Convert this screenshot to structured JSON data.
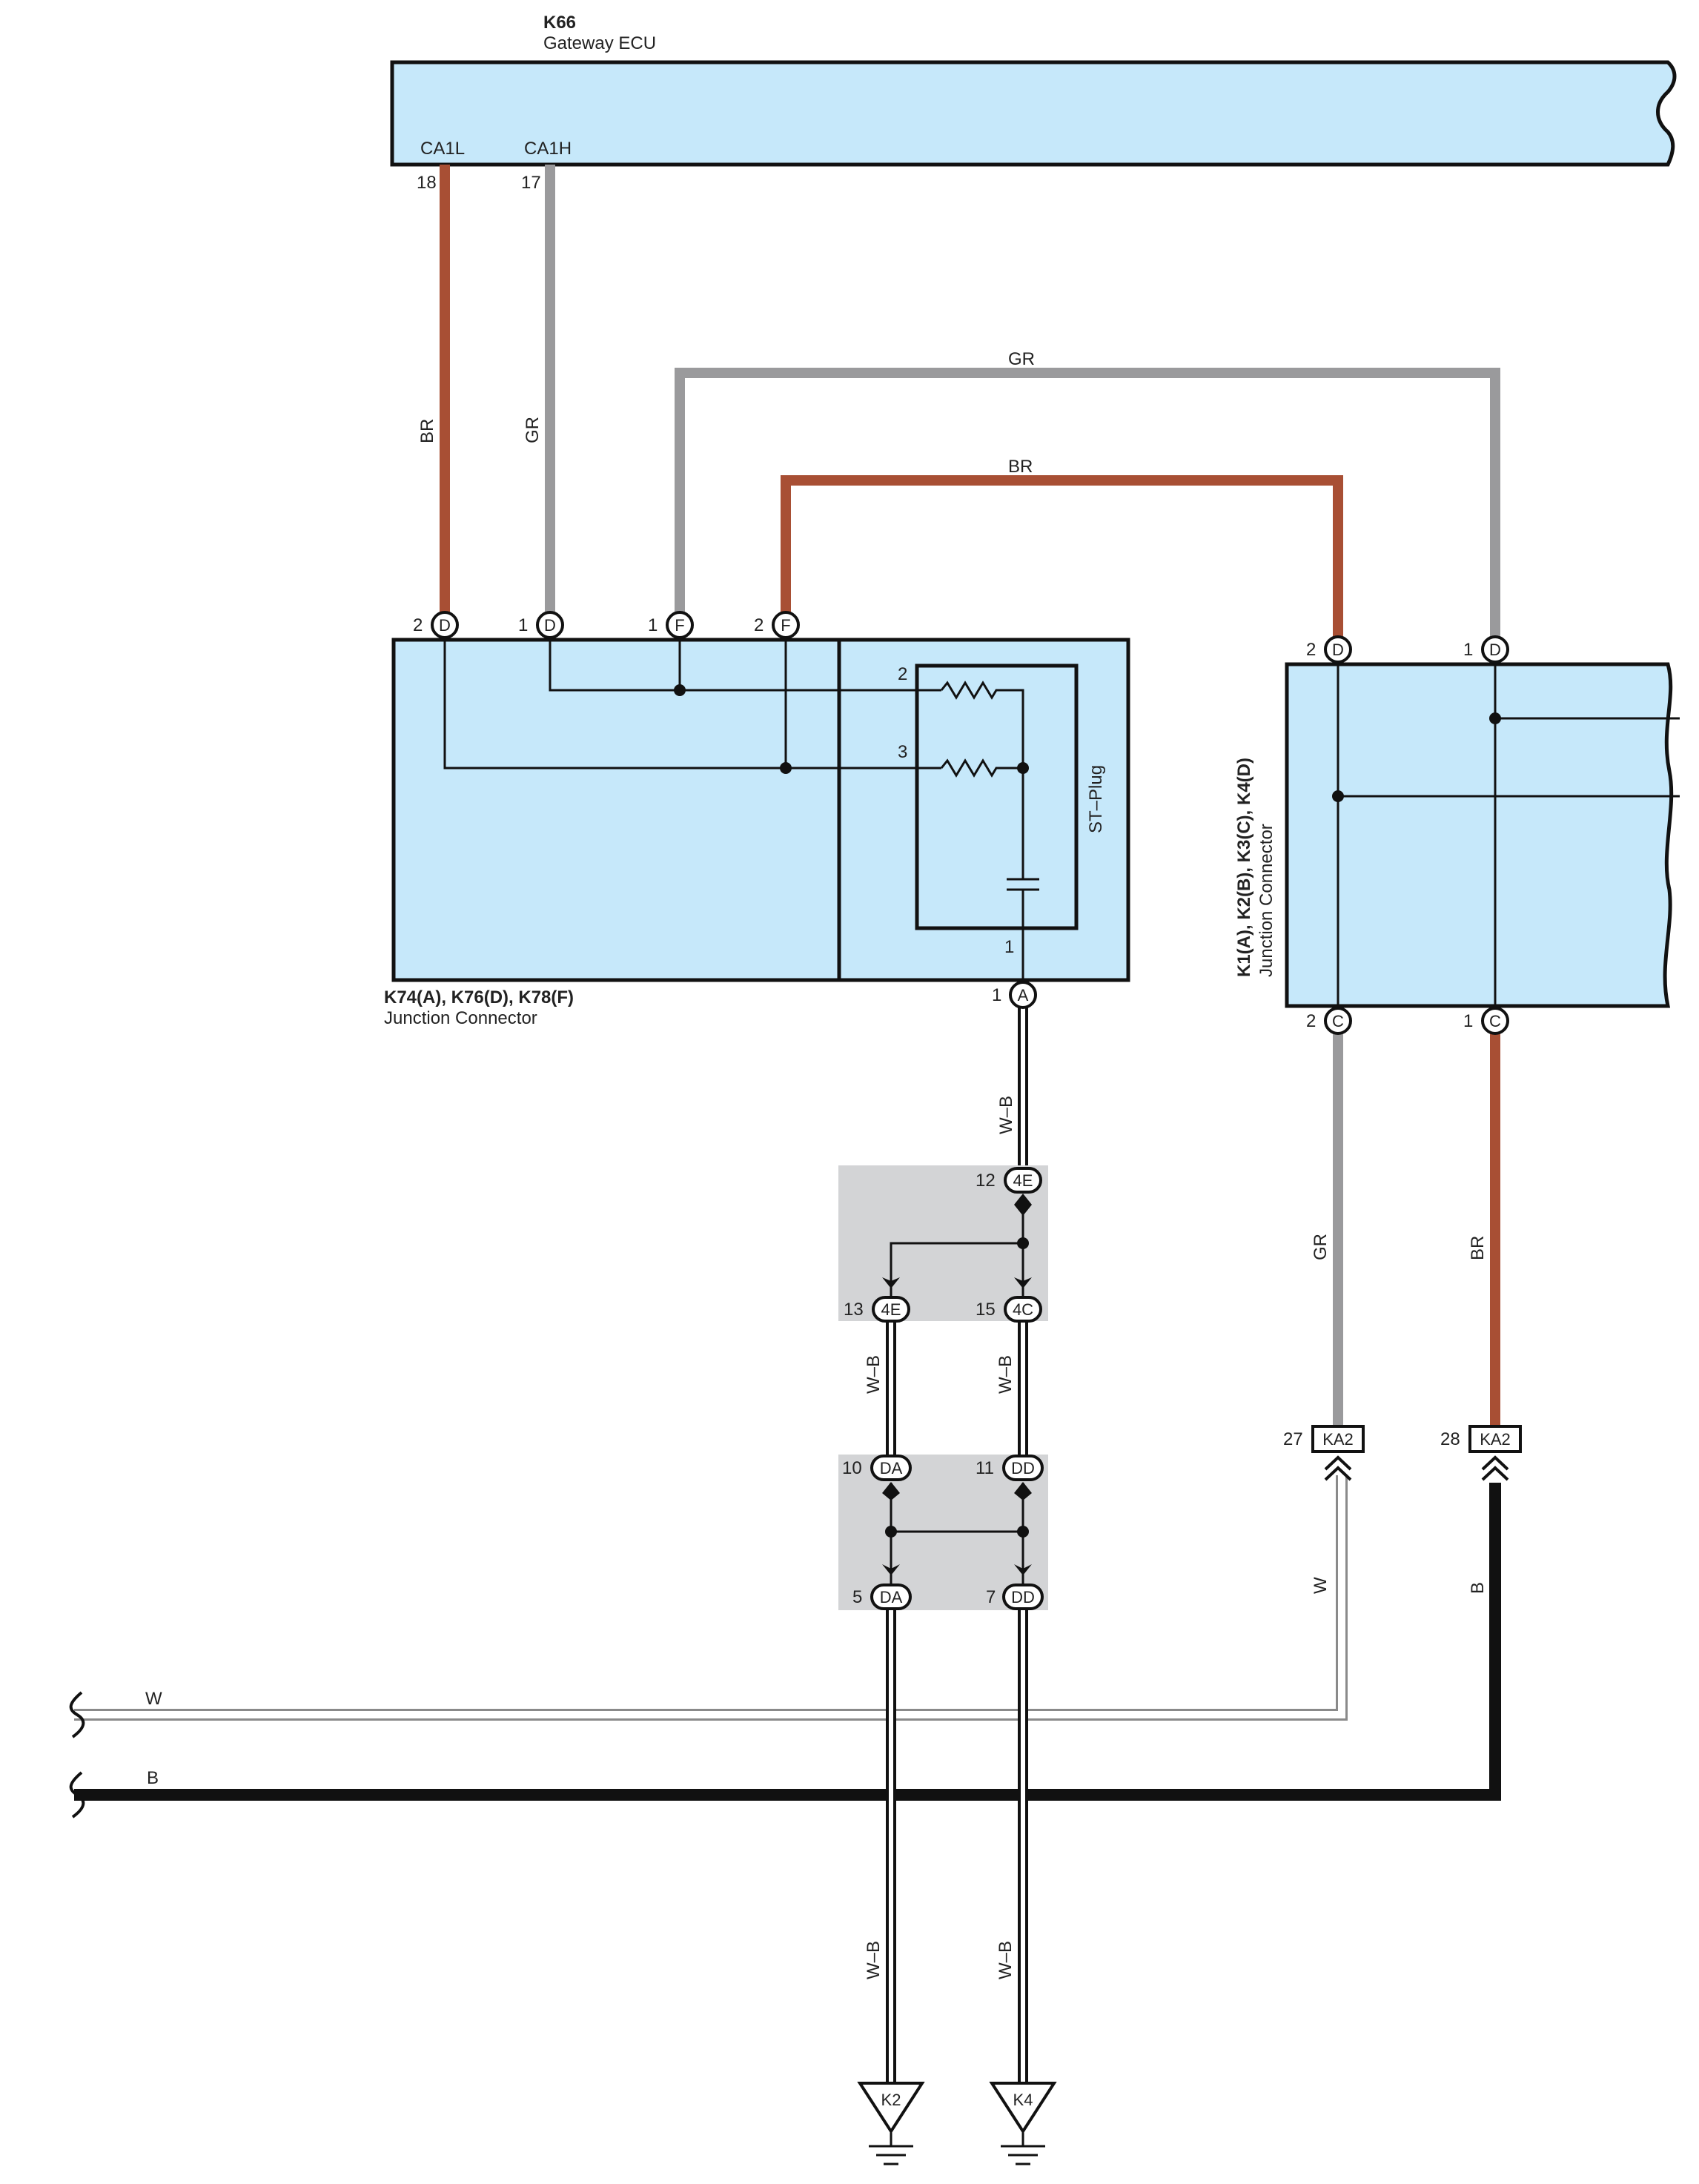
{
  "ecu": {
    "id": "K66",
    "name": "Gateway ECU",
    "pins": [
      {
        "name": "CA1L",
        "number": "18"
      },
      {
        "name": "CA1H",
        "number": "17"
      }
    ]
  },
  "junction_left": {
    "title": "K74(A), K76(D), K78(F)",
    "subtitle": "Junction Connector",
    "plug_label": "ST–Plug",
    "top_pins": [
      {
        "number": "2",
        "letter": "D"
      },
      {
        "number": "1",
        "letter": "D"
      },
      {
        "number": "1",
        "letter": "F"
      },
      {
        "number": "2",
        "letter": "F"
      }
    ],
    "internal_pins": [
      "2",
      "3",
      "1"
    ],
    "bottom_pin": {
      "number": "1",
      "letter": "A"
    }
  },
  "junction_right": {
    "title": "K1(A), K2(B), K3(C), K4(D)",
    "subtitle": "Junction Connector",
    "top_pins": [
      {
        "number": "2",
        "letter": "D"
      },
      {
        "number": "1",
        "letter": "D"
      }
    ],
    "bottom_pins": [
      {
        "number": "2",
        "letter": "C"
      },
      {
        "number": "1",
        "letter": "C"
      }
    ]
  },
  "wire_labels": {
    "br": "BR",
    "gr": "GR",
    "wb": "W–B",
    "w": "W",
    "b": "B"
  },
  "splice_upper": {
    "top": {
      "number": "12",
      "code": "4E"
    },
    "left": {
      "number": "13",
      "code": "4E"
    },
    "right": {
      "number": "15",
      "code": "4C"
    }
  },
  "splice_lower": {
    "top_left": {
      "number": "10",
      "code": "DA"
    },
    "top_right": {
      "number": "11",
      "code": "DD"
    },
    "bottom_left": {
      "number": "5",
      "code": "DA"
    },
    "bottom_right": {
      "number": "7",
      "code": "DD"
    }
  },
  "connectors_ka2": [
    {
      "number": "27",
      "code": "KA2"
    },
    {
      "number": "28",
      "code": "KA2"
    }
  ],
  "grounds": [
    "K2",
    "K4"
  ],
  "colors": {
    "panel": "#c6e8fa",
    "brown": "#a84f34",
    "gray": "#9a9a9c",
    "black": "#111111",
    "splice_bg": "#d3d4d6"
  }
}
